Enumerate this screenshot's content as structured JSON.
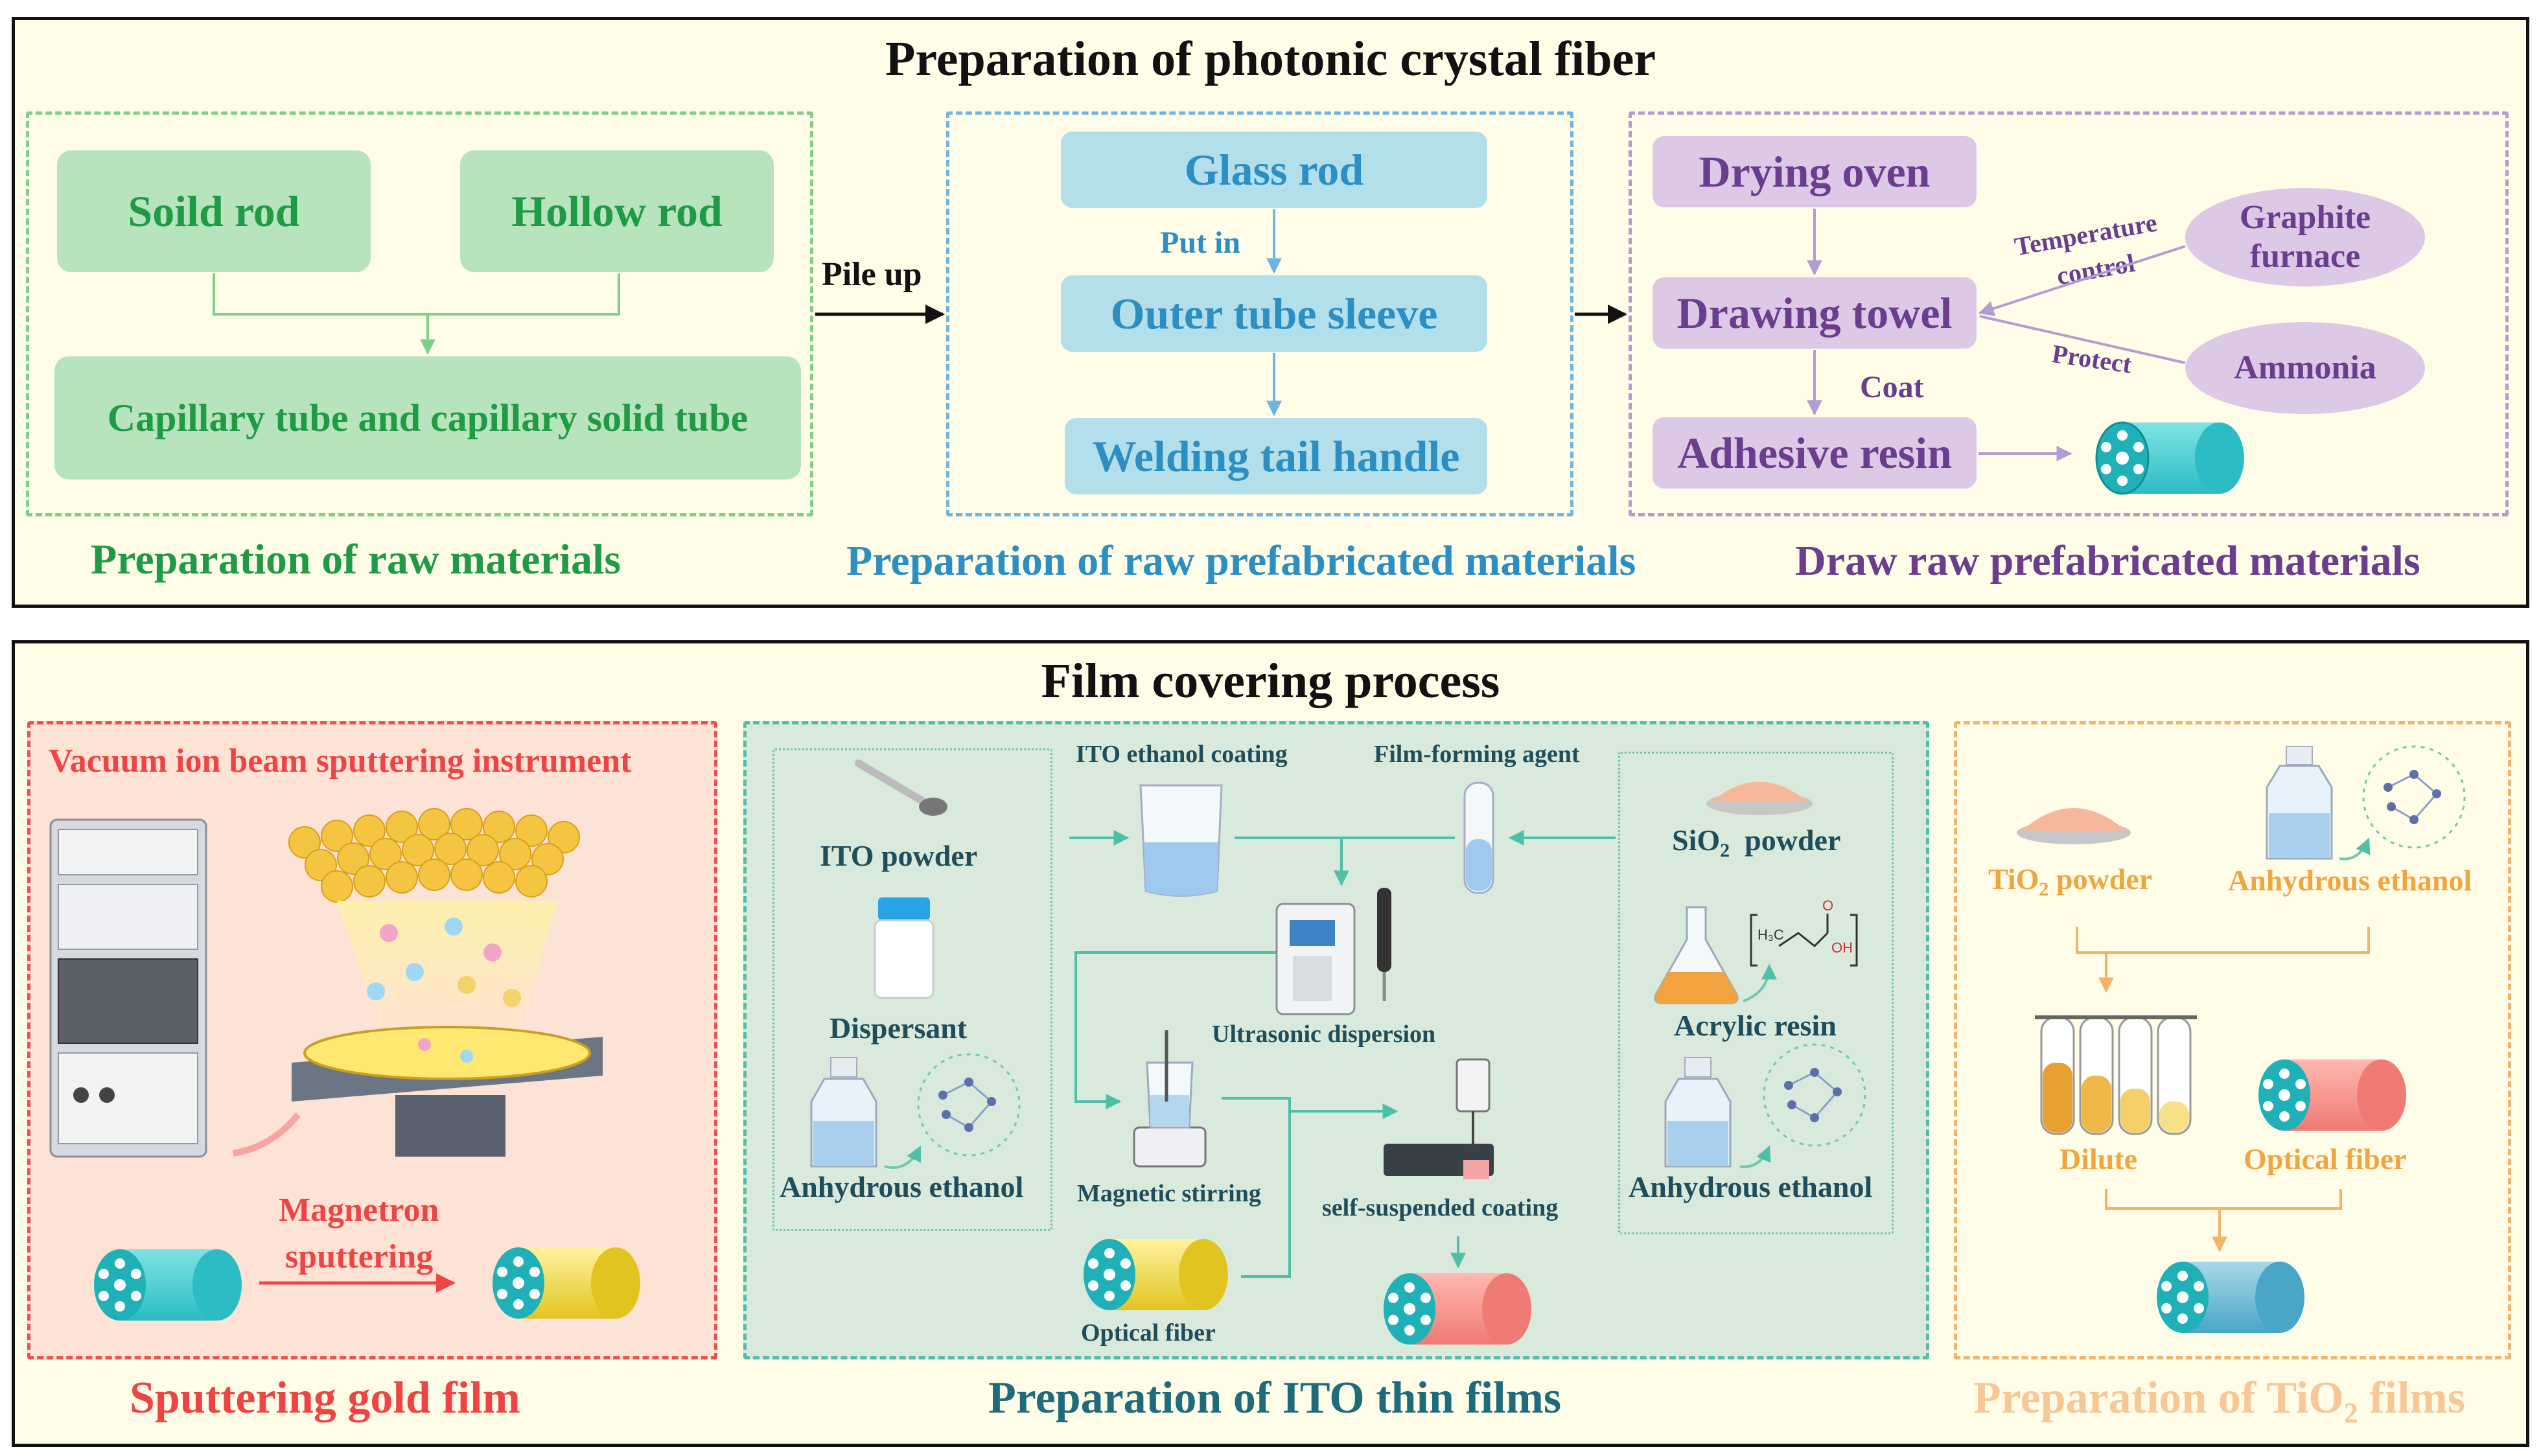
{
  "top": {
    "title": "Preparation of photonic crystal fiber",
    "raw": {
      "caption": "Preparation of raw materials",
      "solid_rod": "Soild rod",
      "hollow_rod": "Hollow rod",
      "capillary": "Capillary tube and capillary solid tube"
    },
    "pile_up": "Pile up",
    "prefab": {
      "caption": "Preparation of raw prefabricated materials",
      "glass_rod": "Glass rod",
      "put_in": "Put in",
      "outer_tube": "Outer tube sleeve",
      "welding": "Welding tail handle"
    },
    "draw": {
      "caption": "Draw raw prefabricated materials",
      "drying_oven": "Drying oven",
      "drawing_towel": "Drawing towel",
      "adhesive_resin": "Adhesive resin",
      "coat": "Coat",
      "temperature": "Temperature",
      "control": "control",
      "protect": "Protect",
      "graphite_1": "Graphite",
      "graphite_2": "furnace",
      "ammonia": "Ammonia"
    }
  },
  "bottom": {
    "title": "Film covering process",
    "gold": {
      "caption": "Sputtering gold film",
      "instrument": "Vacuum ion beam sputtering instrument",
      "magnetron_1": "Magnetron",
      "magnetron_2": "sputtering"
    },
    "ito": {
      "caption": "Preparation of ITO thin films",
      "ito_powder": "ITO powder",
      "dispersant": "Dispersant",
      "anhydrous_left": "Anhydrous ethanol",
      "ito_coating": "ITO ethanol coating",
      "film_agent": "Film-forming agent",
      "ultrasonic": "Ultrasonic dispersion",
      "magnetic": "Magnetic stirring",
      "self_suspended": "self-suspended coating",
      "optical_fiber": "Optical fiber",
      "sio2_main": "SiO",
      "sio2_sub": "2",
      "sio2_rest": "  powder",
      "acrylic": "Acrylic resin",
      "anhydrous_right": "Anhydrous ethanol",
      "formula_h3c": "H₃C",
      "formula_o": "O",
      "formula_oh": "OH"
    },
    "tio2": {
      "caption_main": "Preparation of TiO",
      "caption_sub": "2",
      "caption_rest": " films",
      "powder_main": "TiO",
      "powder_sub": "2",
      "powder_rest": " powder",
      "anhydrous": "Anhydrous ethanol",
      "dilute": "Dilute",
      "optical_fiber": "Optical fiber"
    }
  },
  "colors": {
    "green": "#1f9a45",
    "green_box": "#b7e4bd",
    "blue": "#2c8fc4",
    "blue_box": "#b2dfea",
    "purple": "#6a3d8f",
    "purple_box": "#ddc9e6",
    "red": "#ee4444",
    "orange": "#f2b46a",
    "teal": "#1e6b7c"
  }
}
